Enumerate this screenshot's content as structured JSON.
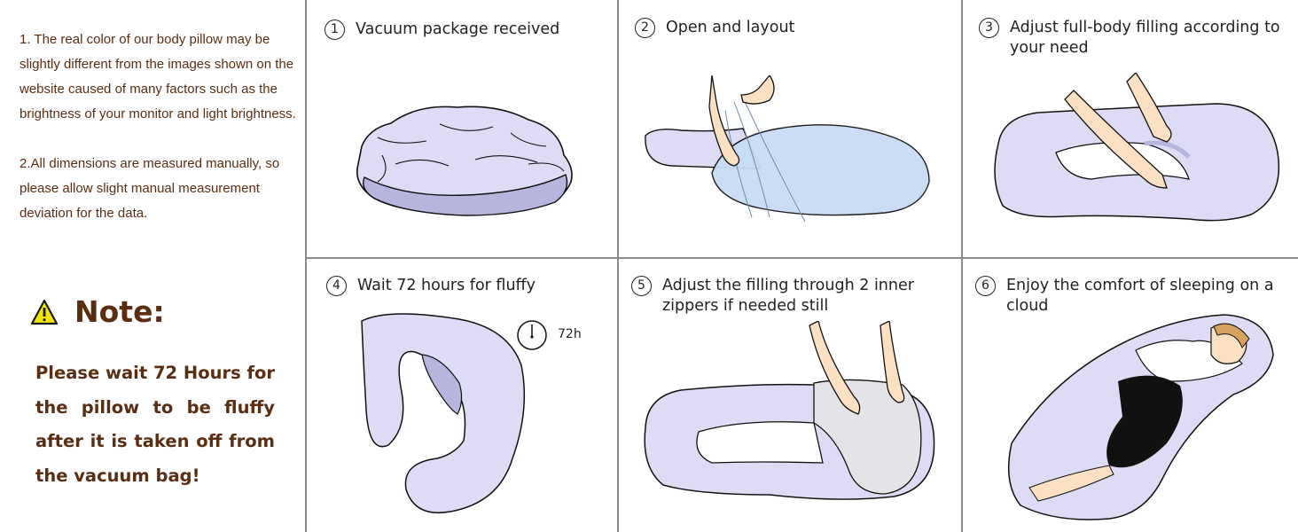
{
  "info": {
    "paragraph_1": "1. The real color of our body pillow may be slightly different from the images shown on the website caused of many factors such as the brightness of your monitor and light brightness.",
    "paragraph_2": "2.All dimensions are measured manually, so please allow slight manual measurement deviation for the data."
  },
  "note": {
    "icon": "warning-triangle-icon",
    "title": "Note:",
    "body": "Please wait 72 Hours for the pillow to be fluffy after it is taken off from the vacuum bag!"
  },
  "steps": [
    {
      "number": "1",
      "text": "Vacuum package received"
    },
    {
      "number": "2",
      "text": "Open and layout"
    },
    {
      "number": "3",
      "text": "Adjust full-body filling according to your need"
    },
    {
      "number": "4",
      "text": "Wait 72 hours for fluffy"
    },
    {
      "number": "5",
      "text": "Adjust the filling through 2 inner zippers if needed still"
    },
    {
      "number": "6",
      "text": "Enjoy the comfort of sleeping on a cloud"
    }
  ],
  "clock": {
    "icon": "clock-icon",
    "label": "72h"
  },
  "colors": {
    "text_brown": "#5a2e12",
    "pillow_lavender": "#dedcf5",
    "pillow_shadow": "#b7b4de",
    "line_gray": "#8a8a8a",
    "warning_yellow": "#f5e600"
  }
}
